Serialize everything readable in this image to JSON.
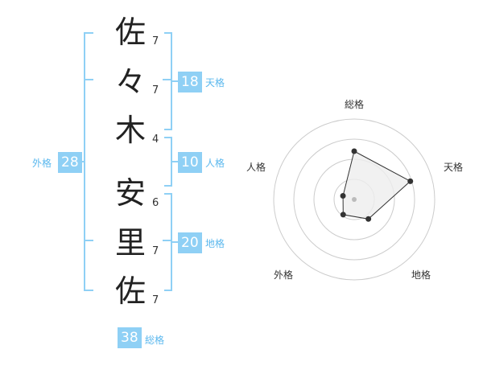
{
  "name_chars": [
    {
      "char": "佐",
      "strokes": "7"
    },
    {
      "char": "々",
      "strokes": "7"
    },
    {
      "char": "木",
      "strokes": "4"
    },
    {
      "char": "安",
      "strokes": "6"
    },
    {
      "char": "里",
      "strokes": "7"
    },
    {
      "char": "佐",
      "strokes": "7"
    }
  ],
  "kakaku": {
    "tenkaku": {
      "label": "天格",
      "value": "18"
    },
    "jinkaku": {
      "label": "人格",
      "value": "10"
    },
    "chikaku": {
      "label": "地格",
      "value": "20"
    },
    "gaikaku": {
      "label": "外格",
      "value": "28"
    },
    "soukaku": {
      "label": "総格",
      "value": "38"
    }
  },
  "radar": {
    "axes": [
      "総格",
      "天格",
      "地格",
      "外格",
      "人格"
    ],
    "values": [
      0.9,
      1.1,
      0.45,
      0.35,
      0.22
    ],
    "max": 1.5,
    "rings": 4,
    "colors": {
      "ring": "#cccccc",
      "fill": "#eeeeee",
      "line": "#333333",
      "point": "#333333"
    }
  },
  "colors": {
    "accent": "#8fd0f5",
    "label": "#5bb8ee"
  }
}
